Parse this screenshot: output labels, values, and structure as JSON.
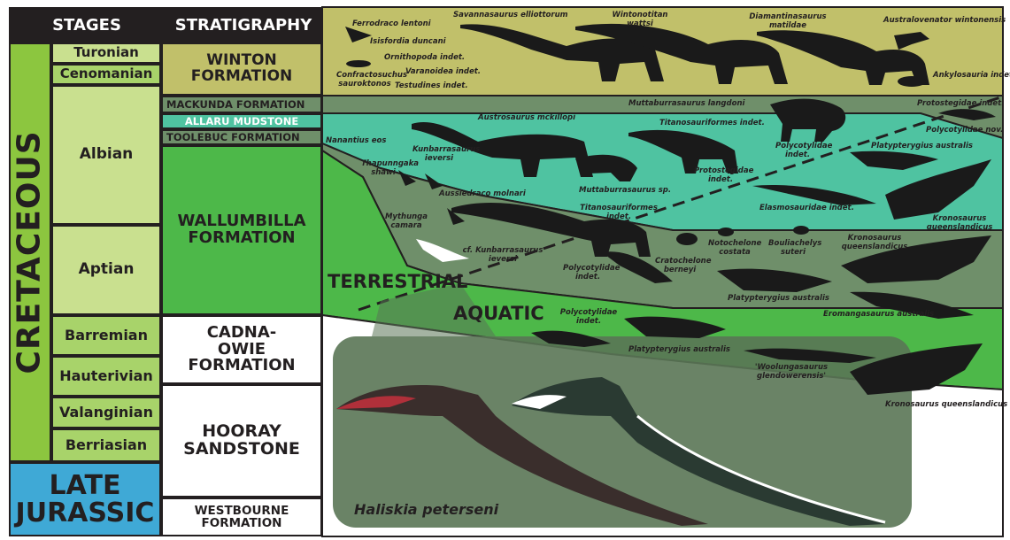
{
  "headers": {
    "stages": "STAGES",
    "stratigraphy": "STRATIGRAPHY"
  },
  "periods": {
    "cretaceous": "CRETACEOUS",
    "late_jurassic": "LATE JURASSIC"
  },
  "stages": [
    "Turonian",
    "Cenomanian",
    "Albian",
    "Aptian",
    "Barremian",
    "Hauterivian",
    "Valanginian",
    "Berriasian"
  ],
  "formations": {
    "winton": "WINTON FORMATION",
    "mackunda": "MACKUNDA FORMATION",
    "allaru": "ALLARU MUDSTONE",
    "toolebuc": "TOOLEBUC FORMATION",
    "wallumbilla": "WALLUMBILLA FORMATION",
    "cadna_owie": "CADNA-OWIE FORMATION",
    "hooray": "HOORAY SANDSTONE",
    "westbourne": "WESTBOURNE FORMATION"
  },
  "environments": {
    "terrestrial": "TERRESTRIAL",
    "aquatic": "AQUATIC"
  },
  "featured_taxon": "Haliskia peterseni",
  "taxa": {
    "winton": [
      "Ferrodraco lentoni",
      "Isisfordia duncani",
      "Confractosuchus sauroktonos",
      "Ornithopoda indet.",
      "Varanoidea indet.",
      "Testudines indet.",
      "Savannasaurus elliottorum",
      "Wintonotitan wattsi",
      "Diamantinasaurus matildae",
      "Australovenator wintonensis",
      "Ankylosauria indet."
    ],
    "mackunda": [
      "Muttaburrasaurus langdoni",
      "Protostegidae indet.",
      "Polycotylidae nov."
    ],
    "allaru": [
      "Austrosaurus mckillopi",
      "Kunbarrasaurus ieversi",
      "Titanosauriformes indet.",
      "Muttaburrasaurus sp.",
      "Protostegidae indet.",
      "Polycotylidae indet.",
      "Platypterygius australis",
      "Elasmosauridae indet.",
      "Kronosaurus queenslandicus"
    ],
    "toolebuc": [
      "Nanantius eos",
      "Thapunngaka shawi",
      "Aussiedraco molnari",
      "Mythunga camara",
      "Titanosauriformes indet.",
      "cf. Kunbarrasaurus ieversi",
      "Polycotylidae indet.",
      "Cratochelone berneyi",
      "Notochelone costata",
      "Bouliachelys suteri",
      "Kronosaurus queenslandicus",
      "Platypterygius australis",
      "Eromangasaurus australis"
    ],
    "wallumbilla": [
      "Polycotylidae indet.",
      "Platypterygius australis",
      "'Woolungasaurus glendowerensis'",
      "Kronosaurus queenslandicus"
    ]
  },
  "colors": {
    "header_bg": "#231f20",
    "cretaceous": "#8cc63f",
    "jurassic": "#3fa9d6",
    "stage_light": "#c9e08f",
    "winton": "#c1c06a",
    "mackunda": "#6f8f6a",
    "allaru": "#4fc3a1",
    "toolebuc": "#6f8f6a",
    "wallumbilla": "#4db849"
  }
}
